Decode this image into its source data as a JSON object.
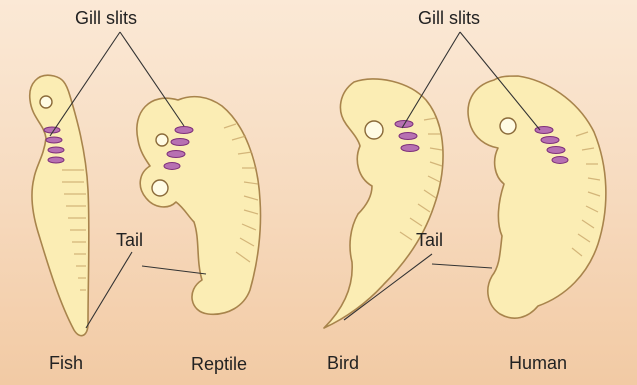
{
  "labels": {
    "gill_slits_left": "Gill slits",
    "gill_slits_right": "Gill slits",
    "tail_left": "Tail",
    "tail_right": "Tail"
  },
  "embryos": [
    {
      "name": "Fish"
    },
    {
      "name": "Reptile"
    },
    {
      "name": "Bird"
    },
    {
      "name": "Human"
    }
  ],
  "colors": {
    "background_top": "#fbe9d6",
    "background_bottom": "#f2caa4",
    "embryo_fill": "#fbedb4",
    "embryo_outline": "#a8844c",
    "gill_slits": "#a0479c",
    "leader_lines": "#333333"
  }
}
